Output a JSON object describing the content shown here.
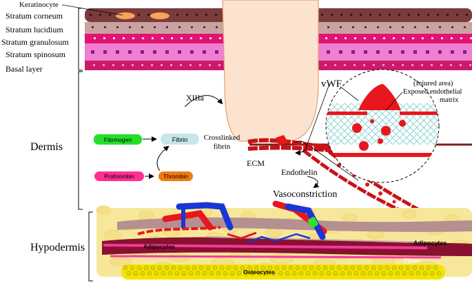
{
  "labels": {
    "keratinocyte": "Keratinocyte",
    "stratum_corneum": "Stratum corneum",
    "stratum_lucidium": "Stratum lucidium",
    "stratum_granulosum": "Stratum granulosum",
    "stratum_spinosum": "Stratum spinosum",
    "basal_layer": "Basal layer",
    "dermis": "Dermis",
    "hypodermis": "Hypodermis",
    "xiiia": "XIIIa",
    "fibrinogen": "Fibrinogen",
    "fibrin": "Fibrin",
    "prothrombin": "Prothrombin",
    "thrombin": "Thrombin",
    "crosslinked_fibrin": "Crosslinked\nfibrin",
    "ecm": "ECM",
    "endothelin": "Endothelin",
    "vasoconstriction": "Vasoconstriction",
    "vwf": "vWF",
    "injured_area": "(Injured area)",
    "exposed_endothelial_matrix": "Exposed endothelial\nmatrix",
    "adipocytes_left": "Adipocytes",
    "adipocytes_right": "Adipocytes",
    "fibers": "Fibers",
    "osteocytes": "Osteocytes"
  },
  "colors": {
    "corneum": "#7a3b3b",
    "lucidium": "#c9a3a3",
    "granulosum": "#e0156f",
    "spinosum": "#ef7fd0",
    "basal": "#cc1a6a",
    "fibrinogen_box": "#22e02a",
    "fibrin_box": "#c6e6ea",
    "prothrombin_box": "#ff2f8f",
    "thrombin_box": "#f07a12",
    "blood": "#e8161d",
    "vein": "#1a35d8",
    "fat": "#f7e79a",
    "bone": "#f2e600",
    "wound": "#fbe3cf"
  }
}
